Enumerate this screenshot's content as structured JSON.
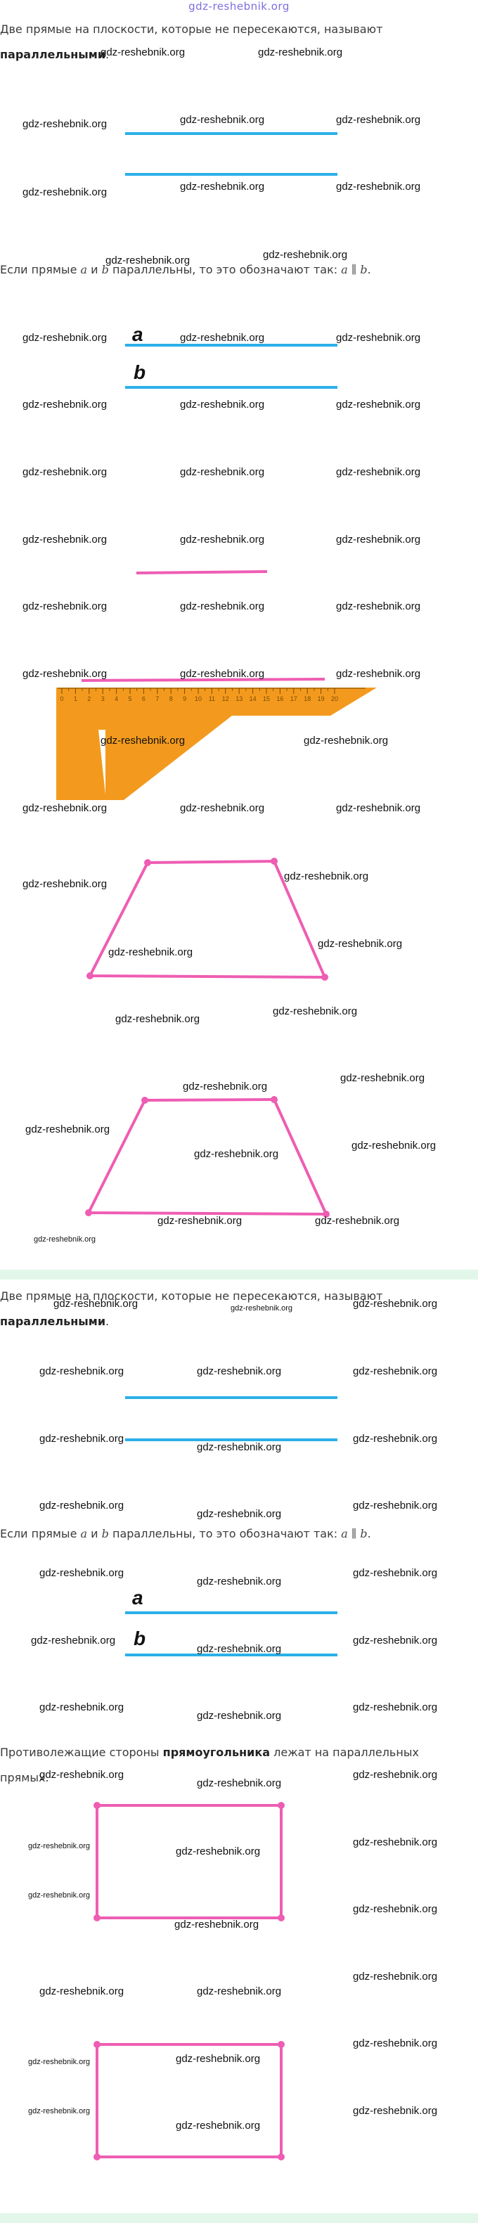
{
  "site": {
    "title": "gdz-reshebnik.org"
  },
  "watermark": "gdz-reshebnik.org",
  "section1": {
    "definition_pre": "Две прямые на плоскости, которые не пересекаются, называют",
    "definition_bold": "параллельными",
    "definition_post": ".",
    "notation_pre": "Если прямые",
    "notation_a": "a",
    "notation_and": "и",
    "notation_b": "b",
    "notation_mid": "параллельны, то это обозначают так:",
    "notation_formula": "a ∥ b",
    "notation_end": ".",
    "label_a": "a",
    "label_b": "b"
  },
  "section2": {
    "definition_pre": "Две прямые на плоскости, которые не пересекаются, называют",
    "definition_bold": "параллельными",
    "definition_post": ".",
    "notation_pre": "Если прямые",
    "notation_a": "a",
    "notation_and": "и",
    "notation_b": "b",
    "notation_mid": "параллельны, то это обозначают так:",
    "notation_formula": "a ∥ b",
    "notation_end": ".",
    "label_a": "a",
    "label_b": "b",
    "rect_pre": "Противолежащие стороны",
    "rect_bold": "прямоугольника",
    "rect_post": "лежат на параллельных прямых."
  },
  "ruler": {
    "ticks": [
      "0",
      "1",
      "2",
      "3",
      "4",
      "5",
      "6",
      "7",
      "8",
      "9",
      "10",
      "11",
      "12",
      "13",
      "14",
      "15",
      "16",
      "17",
      "18",
      "19",
      "20"
    ]
  },
  "colors": {
    "parallel_line": "#2bb0e8",
    "shape": "#ee5db3",
    "ruler": "#f39a1e",
    "divider": "#e2f7ea",
    "title": "#7b6fe0"
  }
}
